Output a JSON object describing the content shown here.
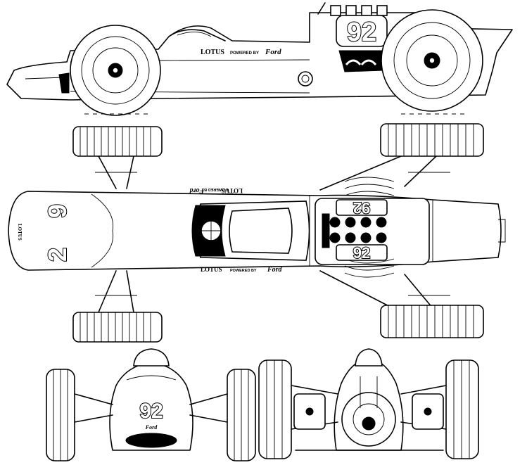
{
  "car": {
    "race_number": "92",
    "digit_a": "9",
    "digit_b": "2",
    "brand": "LOTUS",
    "sponsor_prefix": "POWERED BY",
    "sponsor": "Ford"
  },
  "colors": {
    "ink": "#000000",
    "paper": "#ffffff"
  }
}
